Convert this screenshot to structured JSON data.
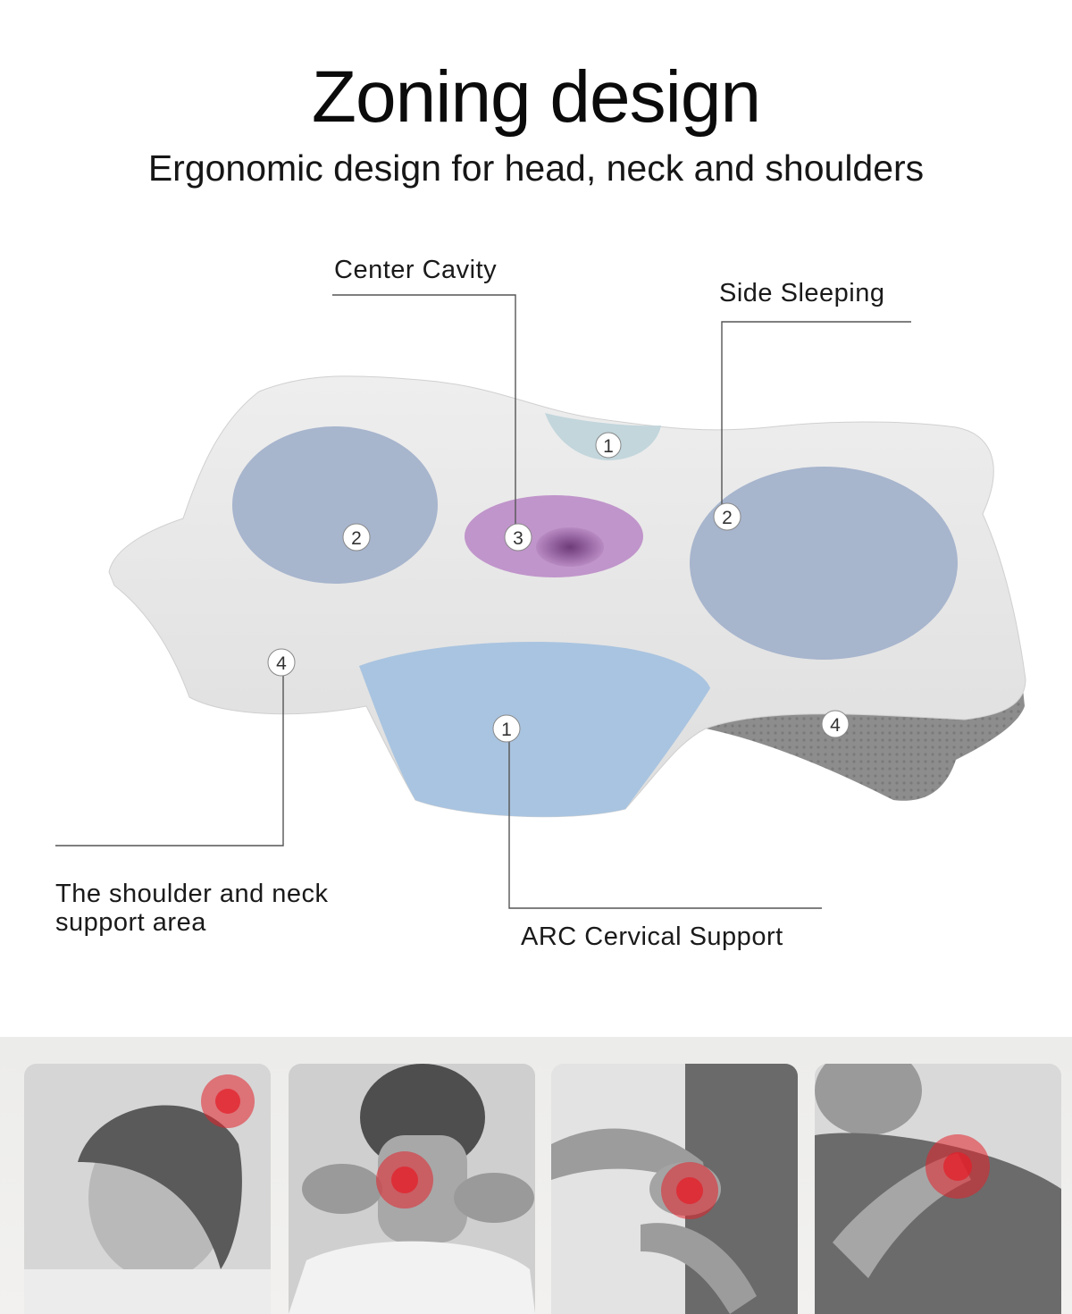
{
  "title": "Zoning design",
  "subtitle": "Ergonomic design for head, neck and shoulders",
  "callouts": {
    "center_cavity": "Center Cavity",
    "side_sleeping": "Side Sleeping",
    "shoulder_neck": "The shoulder and neck support area",
    "arc_cervical": "ARC Cervical Support"
  },
  "zone_markers": {
    "top_arc": "1",
    "left_side": "2",
    "center": "3",
    "right_side": "2",
    "left_wing": "4",
    "front_arc": "1",
    "right_wing": "4"
  },
  "colors": {
    "pillow_top": "#e6e6e6",
    "pillow_side": "#8f8f8f",
    "zone_side": "#a7b5cd",
    "zone_center": "#c095cb",
    "zone_arc": "#a9c4e0",
    "pain_spot": "#e3202a"
  },
  "photos": [
    {
      "name": "headache-photo",
      "icon": "head-pain"
    },
    {
      "name": "neck-pain-photo",
      "icon": "neck-pain"
    },
    {
      "name": "elbow-pain-photo",
      "icon": "elbow-pain"
    },
    {
      "name": "shoulder-pain-photo",
      "icon": "shoulder-pain"
    }
  ]
}
